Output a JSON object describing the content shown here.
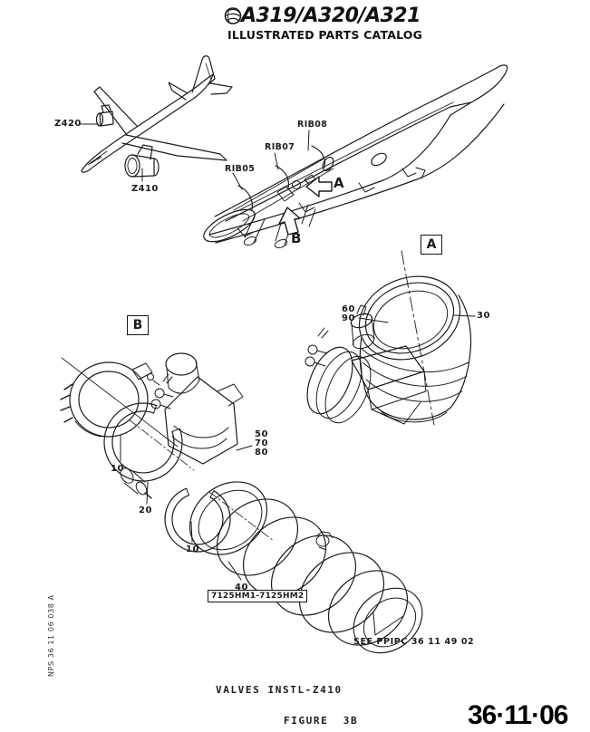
{
  "colors": {
    "ink": "#1b1b1b",
    "paper": "#ffffff"
  },
  "header": {
    "title": "A319/A320/A321",
    "subtitle": "ILLUSTRATED PARTS CATALOG"
  },
  "aircraft_overview": {
    "zone_upper": "Z420",
    "zone_lower": "Z410"
  },
  "wing_structure": {
    "rib05": "RIB05",
    "rib07": "RIB07",
    "rib08": "RIB08",
    "arrow_a": "A",
    "arrow_b": "B"
  },
  "detail_a": {
    "letter": "A",
    "callout_60": "60",
    "callout_90": "90",
    "callout_30": "30"
  },
  "detail_b": {
    "letter": "B",
    "callout_10_first": "10",
    "callout_20": "20",
    "callout_10_second": "10",
    "callout_40": "40",
    "callout_50": "50",
    "callout_70": "70",
    "callout_80": "80",
    "part_numbers": "7125HM1-7125HM2",
    "see_reference": "SEE PPIPC 36 11 49 02"
  },
  "margin_code": "NPS 36 11 06 038 A",
  "footer": {
    "caption": "VALVES INSTL-Z410",
    "figure_label": "FIGURE  3B",
    "chapter_number": "36·11·06"
  }
}
